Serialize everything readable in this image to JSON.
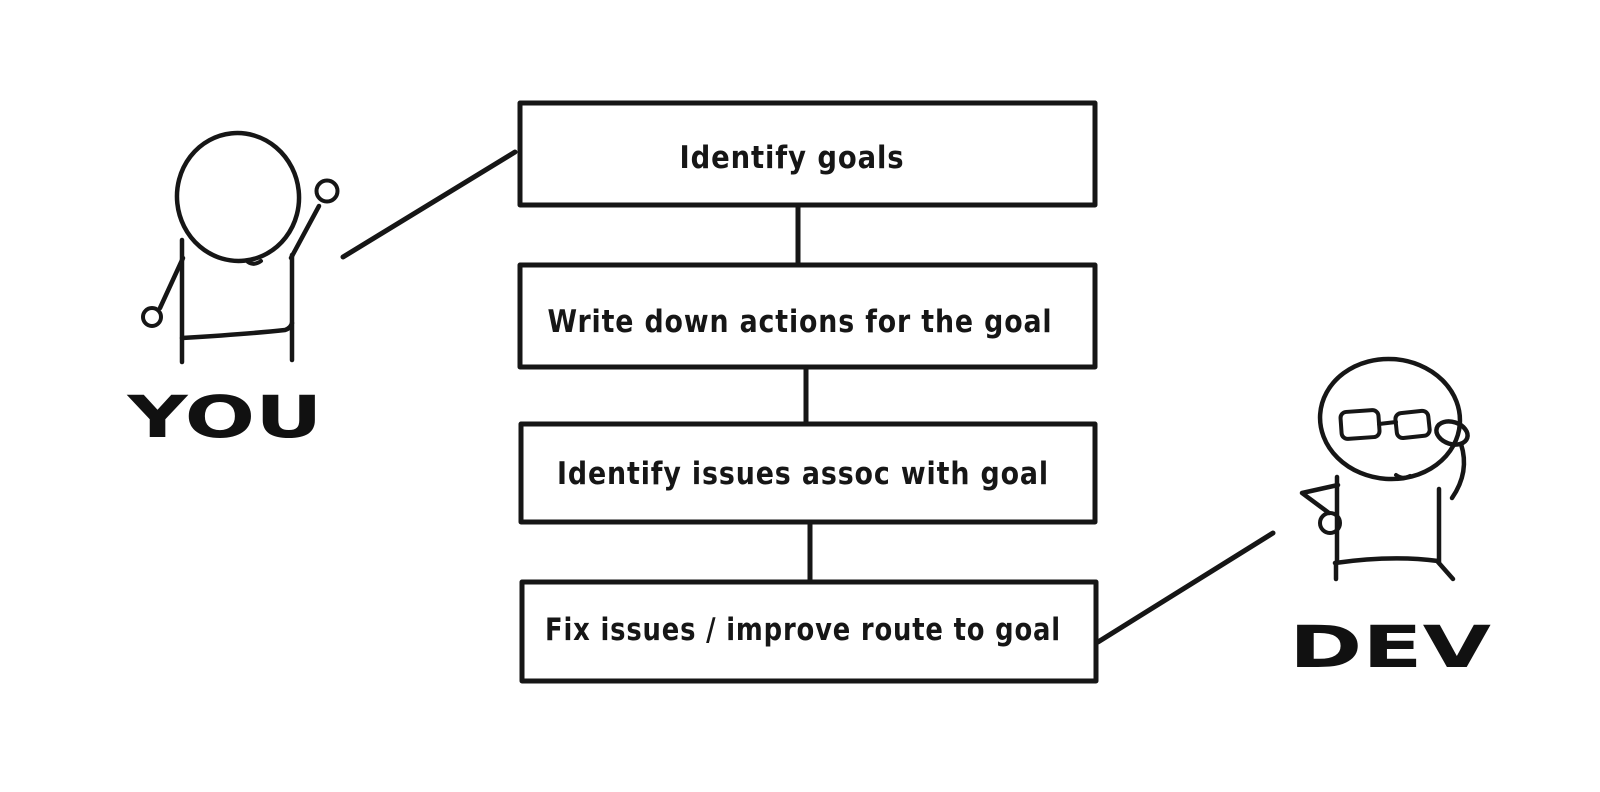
{
  "page": {
    "background_color": "#ffffff",
    "ink_color": "#161616"
  },
  "flowchart": {
    "steps": [
      {
        "label": "Identify goals"
      },
      {
        "label": "Write down actions for the goal"
      },
      {
        "label": "Identify issues assoc with goal"
      },
      {
        "label": "Fix issues / improve route to goal"
      }
    ]
  },
  "actors": {
    "left": {
      "label": "YOU",
      "connected_step": "Identify goals"
    },
    "right": {
      "label": "DEV",
      "connected_step": "Fix issues / improve route to goal"
    }
  }
}
